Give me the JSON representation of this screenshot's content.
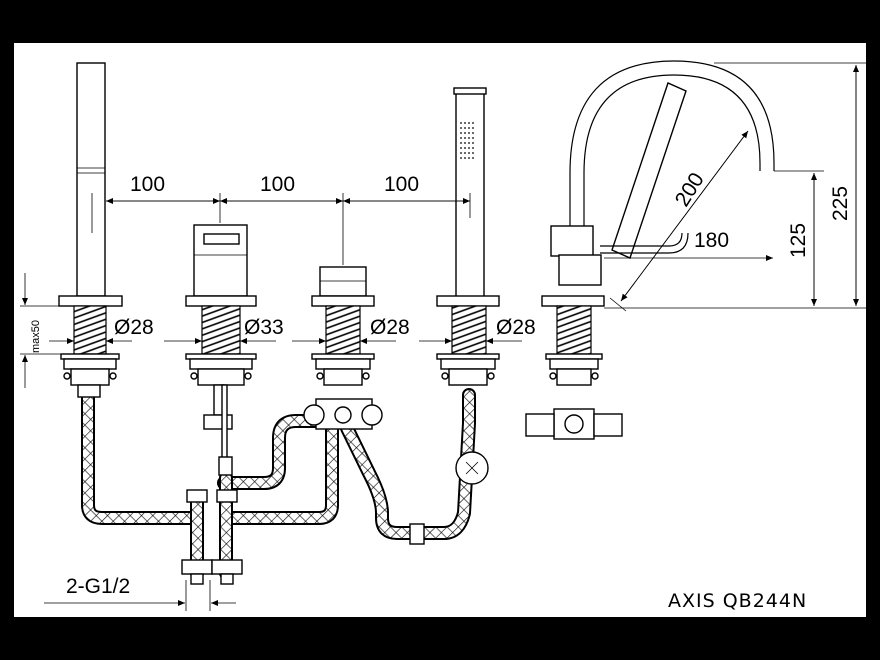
{
  "dimensions": {
    "spacing_1": "100",
    "spacing_2": "100",
    "spacing_3": "100",
    "diameter_1": "Ø28",
    "diameter_2": "Ø33",
    "diameter_3": "Ø28",
    "diameter_4": "Ø28",
    "max_depth": "max50",
    "reach": "180",
    "spout_length": "200",
    "spout_height": "125",
    "total_height": "225",
    "connection": "2-G1/2"
  },
  "title": "AXIS QB244N"
}
